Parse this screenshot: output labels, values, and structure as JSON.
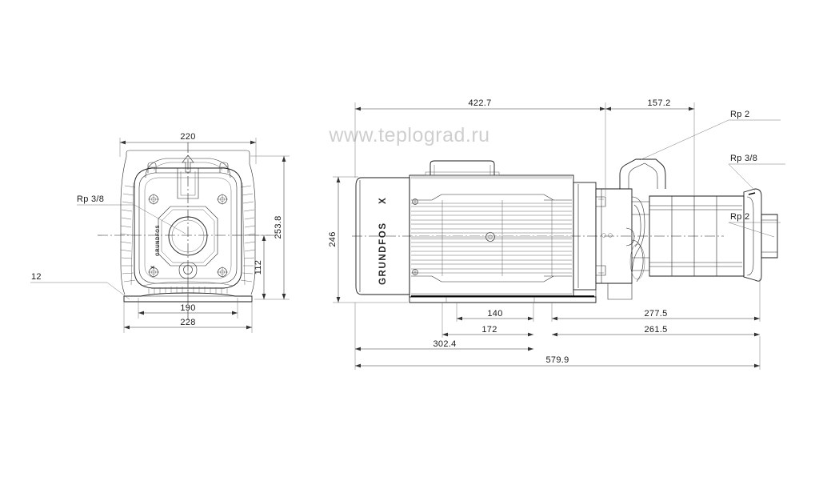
{
  "document": {
    "type": "technical-dimensional-drawing",
    "subject": "Grundfos horizontal multistage centrifugal pump",
    "background_color": "#ffffff",
    "line_color": "#1a1a1a"
  },
  "watermark": {
    "text": "www.teplograd.ru",
    "color": "#cfcfcf"
  },
  "branding": {
    "name": "GRUNDFOS",
    "logo_glyph": "X"
  },
  "views": {
    "front": {
      "name": "Front view (motor end)",
      "flow_arrow": "up-arrow"
    },
    "side": {
      "name": "Side view (longitudinal section)"
    }
  },
  "dimensions": {
    "front_view": [
      {
        "id": "d-220",
        "value": "220",
        "orientation": "horizontal",
        "position": "top"
      },
      {
        "id": "d-253-8",
        "value": "253.8",
        "orientation": "vertical",
        "position": "right"
      },
      {
        "id": "d-112",
        "value": "112",
        "orientation": "vertical",
        "position": "right-inner"
      },
      {
        "id": "d-190",
        "value": "190",
        "orientation": "horizontal",
        "position": "bottom-inner"
      },
      {
        "id": "d-228",
        "value": "228",
        "orientation": "horizontal",
        "position": "bottom-outer"
      }
    ],
    "side_view": [
      {
        "id": "d-422-7",
        "value": "422.7",
        "orientation": "horizontal",
        "position": "top-left"
      },
      {
        "id": "d-157-2",
        "value": "157.2",
        "orientation": "horizontal",
        "position": "top-right"
      },
      {
        "id": "d-246",
        "value": "246",
        "orientation": "vertical",
        "position": "left"
      },
      {
        "id": "d-140",
        "value": "140",
        "orientation": "horizontal",
        "position": "bottom-1"
      },
      {
        "id": "d-277-5",
        "value": "277.5",
        "orientation": "horizontal",
        "position": "bottom-1-right"
      },
      {
        "id": "d-172",
        "value": "172",
        "orientation": "horizontal",
        "position": "bottom-2"
      },
      {
        "id": "d-261-5",
        "value": "261.5",
        "orientation": "horizontal",
        "position": "bottom-2-right"
      },
      {
        "id": "d-302-4",
        "value": "302.4",
        "orientation": "horizontal",
        "position": "bottom-3"
      },
      {
        "id": "d-579-9",
        "value": "579.9",
        "orientation": "horizontal",
        "position": "bottom-4-overall"
      }
    ]
  },
  "leaders": {
    "front_view": [
      {
        "id": "l-rp38-front",
        "text": "Rp 3/8",
        "anchor": "left"
      },
      {
        "id": "l-12",
        "text": "12",
        "anchor": "left-lower"
      }
    ],
    "side_view": [
      {
        "id": "l-rp2-top",
        "text": "Rp 2",
        "anchor": "right-top"
      },
      {
        "id": "l-rp38-right",
        "text": "Rp 3/8",
        "anchor": "right-middle"
      },
      {
        "id": "l-rp2-bottom",
        "text": "Rp 2",
        "anchor": "right-bottom"
      }
    ]
  }
}
